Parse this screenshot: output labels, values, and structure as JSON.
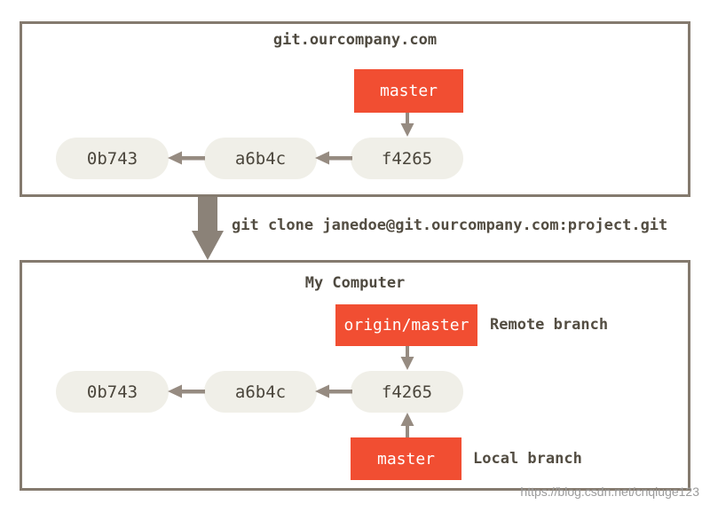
{
  "colors": {
    "accent_orange": "#f14e32",
    "box_border": "#847a6e",
    "pill_fill": "#f0efe8",
    "pill_text": "#4a453b",
    "label_text": "#534d42",
    "arrow": "#968b81",
    "watermark_text": "#9b9b9b"
  },
  "remote_repo": {
    "title": "git.ourcompany.com",
    "master_label": "master",
    "commits": [
      "0b743",
      "a6b4c",
      "f4265"
    ]
  },
  "clone_command": "git clone janedoe@git.ourcompany.com:project.git",
  "local_repo": {
    "title": "My Computer",
    "origin_master_label": "origin/master",
    "remote_branch_annotation": "Remote branch",
    "local_master_label": "master",
    "local_branch_annotation": "Local branch",
    "commits": [
      "0b743",
      "a6b4c",
      "f4265"
    ]
  },
  "watermark": "https://blog.csdn.net/cnqiuge123"
}
